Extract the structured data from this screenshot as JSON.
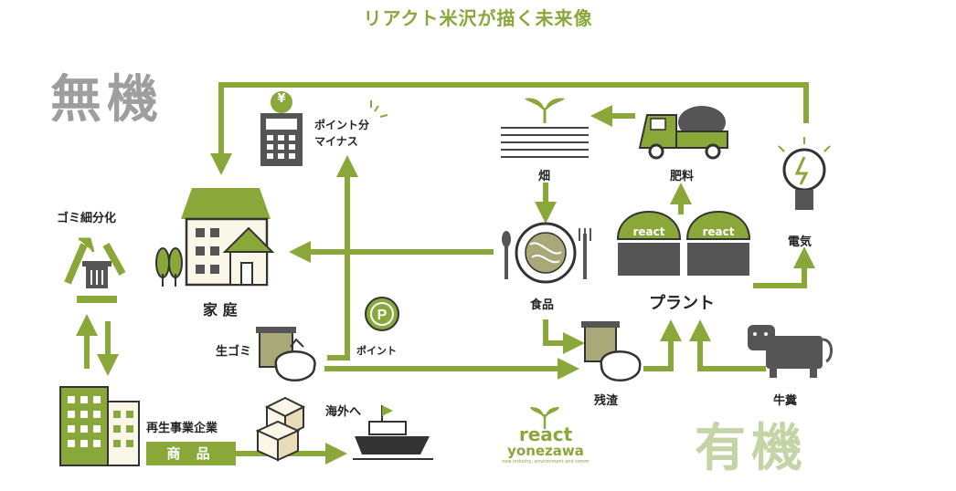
{
  "title": "リアクト米沢が描く未来像",
  "zones": {
    "inorganic": "無機",
    "organic": "有機"
  },
  "labels": {
    "point_minus": "ポイント分\nマイナス",
    "field": "畑",
    "fertilizer": "肥料",
    "electricity": "電気",
    "sorting": "ゴミ細分化",
    "home": "家 庭",
    "food": "食品",
    "plant": "プラント",
    "raw_garbage": "生ゴミ",
    "point": "ポイント",
    "residue": "残渣",
    "manure": "牛糞",
    "recycling_company": "再生事業企業",
    "overseas": "海外へ",
    "product": "商 品"
  },
  "react_dome_text": "react",
  "logo": {
    "name": "react",
    "sub": "yonezawa",
    "tagline": "new industry, environment and comm"
  },
  "point_symbol": "P",
  "yen_symbol": "¥",
  "colors": {
    "green": "#8aa73a",
    "dark": "#555555",
    "gray": "#9e9e9e",
    "light_green": "#c4d4a4"
  }
}
